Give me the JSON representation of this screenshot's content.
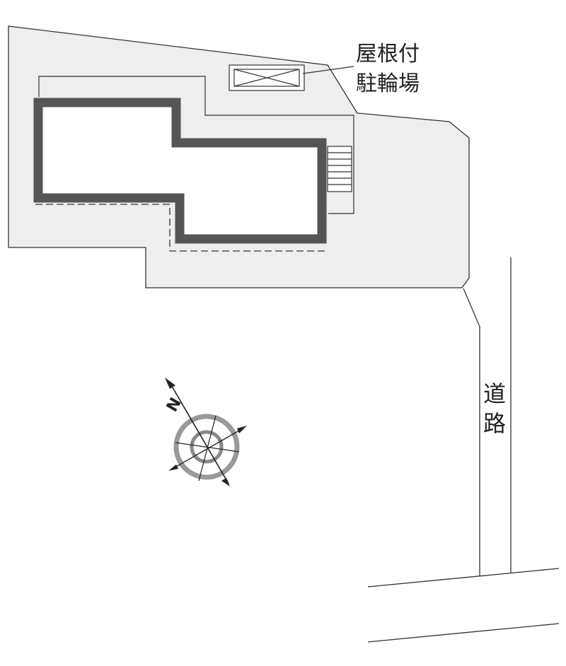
{
  "map": {
    "labels": {
      "bicycle_parking_line1": "屋根付",
      "bicycle_parking_line2": "駐輪場",
      "road_char1": "道",
      "road_char2": "路",
      "compass_north": "N"
    },
    "colors": {
      "lot_fill": "#eeeeee",
      "outline": "#333333",
      "building_wall": "#555555",
      "compass_ring": "#999999"
    }
  }
}
